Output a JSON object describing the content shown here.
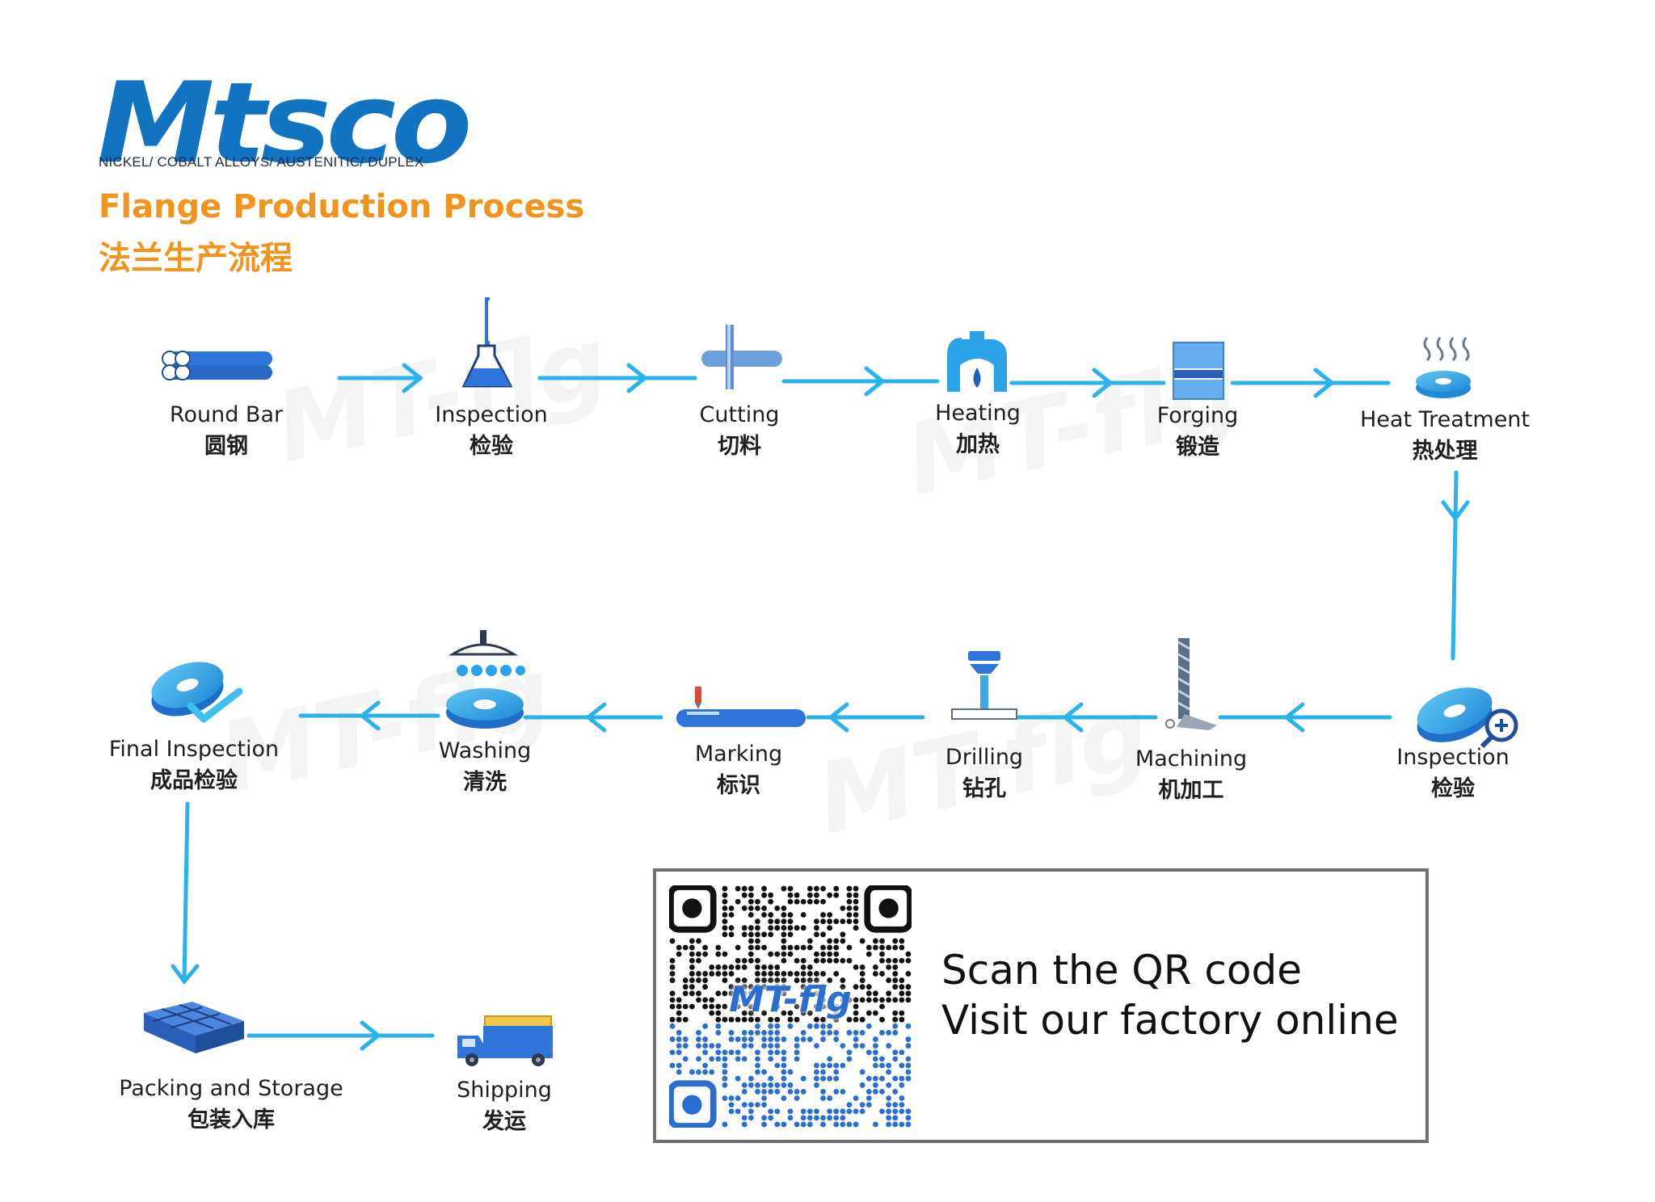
{
  "brand": {
    "logo_text": "Mtsco",
    "tagline": "NICKEL/ COBALT ALLOYS/ AUSTENITIC/ DUPLEX"
  },
  "title": {
    "en": "Flange Production Process",
    "zh": "法兰生产流程"
  },
  "watermark_text": "MT-flg",
  "steps": [
    {
      "en": "Round Bar",
      "zh": "圆钢",
      "icon": "round-bar-icon"
    },
    {
      "en": "Inspection",
      "zh": "检验",
      "icon": "lab-flask-icon"
    },
    {
      "en": "Cutting",
      "zh": "切料",
      "icon": "cutting-icon"
    },
    {
      "en": "Heating",
      "zh": "加热",
      "icon": "furnace-icon"
    },
    {
      "en": "Forging",
      "zh": "锻造",
      "icon": "forging-press-icon"
    },
    {
      "en": "Heat Treatment",
      "zh": "热处理",
      "icon": "heat-treatment-icon"
    },
    {
      "en": "Inspection",
      "zh": "检验",
      "icon": "magnifier-flange-icon"
    },
    {
      "en": "Machining",
      "zh": "机加工",
      "icon": "machining-tool-icon"
    },
    {
      "en": "Drilling",
      "zh": "钻孔",
      "icon": "drill-press-icon"
    },
    {
      "en": "Marking",
      "zh": "标识",
      "icon": "marking-pen-icon"
    },
    {
      "en": "Washing",
      "zh": "清洗",
      "icon": "washing-shower-icon"
    },
    {
      "en": "Final Inspection",
      "zh": "成品检验",
      "icon": "checkmark-flange-icon"
    },
    {
      "en": "Packing and Storage",
      "zh": "包装入库",
      "icon": "packed-boxes-icon"
    },
    {
      "en": "Shipping",
      "zh": "发运",
      "icon": "truck-icon"
    }
  ],
  "qr": {
    "center_text": "MT-flg",
    "line1": "Scan the QR code",
    "line2": "Visit our factory online"
  },
  "colors": {
    "arrow": "#29b3ec",
    "icon_blue": "#2f74d8",
    "icon_light": "#3fa9e6",
    "title_orange": "#f0941e",
    "logo_blue": "#1273c1"
  }
}
